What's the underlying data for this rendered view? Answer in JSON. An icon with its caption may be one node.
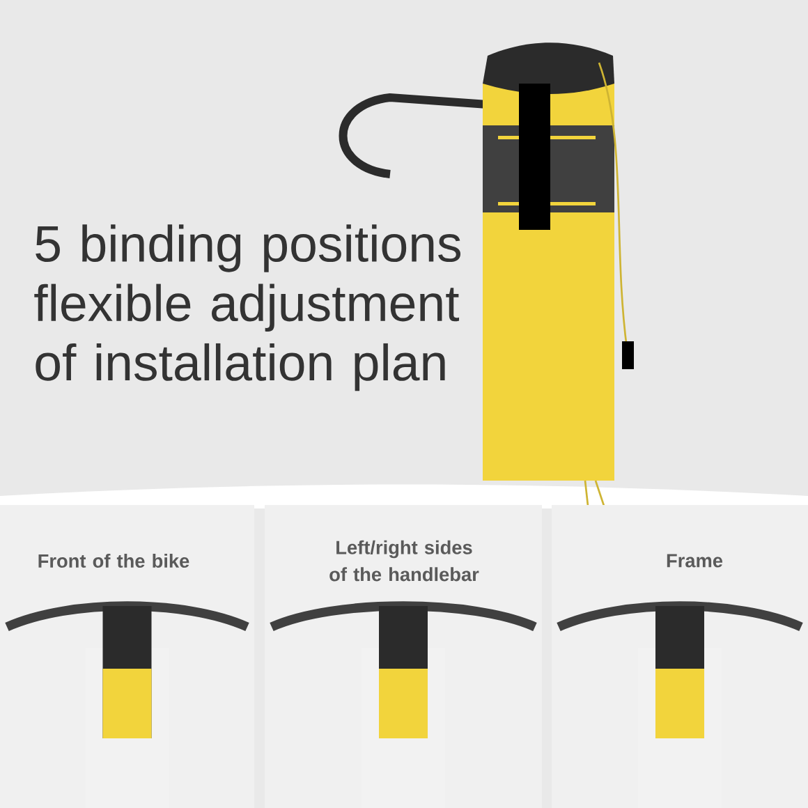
{
  "diagram": {
    "title": "5 binding positions flexible adjustment of installation plan",
    "labels": [
      "Front of the bike",
      "Left/right sides of the handlebar",
      "Frame"
    ]
  }
}
